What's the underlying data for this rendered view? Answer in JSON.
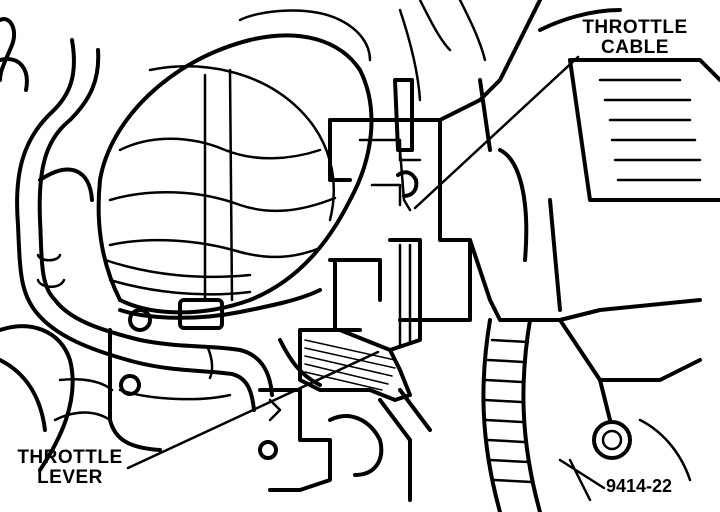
{
  "callouts": {
    "throttle_cable": [
      "THROTTLE",
      "CABLE"
    ],
    "throttle_lever": [
      "THROTTLE",
      "LEVER"
    ]
  },
  "figure_number": "9414-22"
}
